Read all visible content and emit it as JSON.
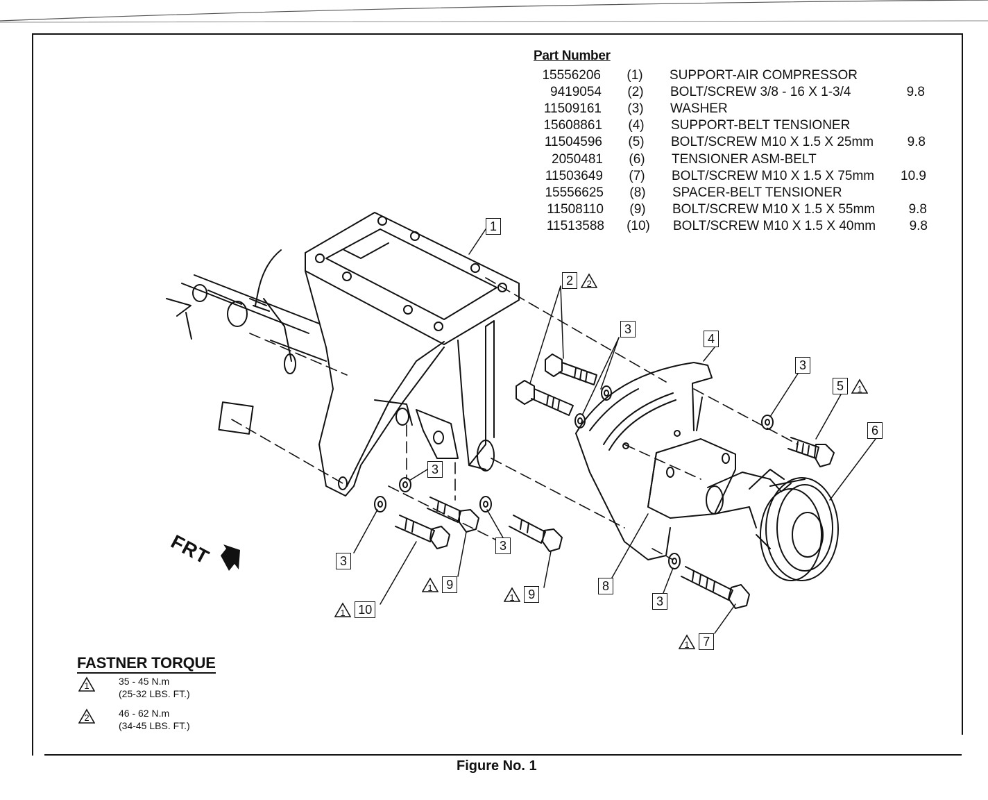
{
  "parts_table": {
    "heading": "Part Number",
    "rows": [
      {
        "number": "15556206",
        "index": "(1)",
        "description": "SUPPORT-AIR COMPRESSOR",
        "torque": ""
      },
      {
        "number": "9419054",
        "index": "(2)",
        "description": "BOLT/SCREW 3/8 - 16 X 1-3/4",
        "torque": "9.8"
      },
      {
        "number": "11509161",
        "index": "(3)",
        "description": "WASHER",
        "torque": ""
      },
      {
        "number": "15608861",
        "index": "(4)",
        "description": "SUPPORT-BELT TENSIONER",
        "torque": ""
      },
      {
        "number": "11504596",
        "index": "(5)",
        "description": "BOLT/SCREW M10 X 1.5 X 25mm",
        "torque": "9.8"
      },
      {
        "number": "2050481",
        "index": "(6)",
        "description": "TENSIONER ASM-BELT",
        "torque": ""
      },
      {
        "number": "11503649",
        "index": "(7)",
        "description": "BOLT/SCREW M10 X 1.5 X 75mm",
        "torque": "10.9"
      },
      {
        "number": "15556625",
        "index": "(8)",
        "description": "SPACER-BELT TENSIONER",
        "torque": ""
      },
      {
        "number": "11508110",
        "index": "(9)",
        "description": "BOLT/SCREW M10 X 1.5 X 55mm",
        "torque": "9.8"
      },
      {
        "number": "11513588",
        "index": "(10)",
        "description": "BOLT/SCREW M10 X 1.5 X 40mm",
        "torque": "9.8"
      }
    ]
  },
  "callouts": {
    "c1": {
      "number": "1",
      "torque_symbol": ""
    },
    "c2": {
      "number": "2",
      "torque_symbol": "2"
    },
    "c3a": {
      "number": "3",
      "torque_symbol": ""
    },
    "c3b": {
      "number": "3",
      "torque_symbol": ""
    },
    "c3c": {
      "number": "3",
      "torque_symbol": ""
    },
    "c3d": {
      "number": "3",
      "torque_symbol": ""
    },
    "c3e": {
      "number": "3",
      "torque_symbol": ""
    },
    "c3f": {
      "number": "3",
      "torque_symbol": ""
    },
    "c4": {
      "number": "4",
      "torque_symbol": ""
    },
    "c5": {
      "number": "5",
      "torque_symbol": "1"
    },
    "c6": {
      "number": "6",
      "torque_symbol": ""
    },
    "c7": {
      "number": "7",
      "torque_symbol": "1"
    },
    "c8": {
      "number": "8",
      "torque_symbol": ""
    },
    "c9a": {
      "number": "9",
      "torque_symbol": "1"
    },
    "c9b": {
      "number": "9",
      "torque_symbol": "1"
    },
    "c10": {
      "number": "10",
      "torque_symbol": "1"
    }
  },
  "front_arrow_label": "FRT",
  "legend": {
    "title": "FASTNER TORQUE",
    "items": [
      {
        "symbol": "1",
        "line1": "35 - 45 N.m",
        "line2": "(25-32 LBS. FT.)"
      },
      {
        "symbol": "2",
        "line1": "46 - 62 N.m",
        "line2": "(34-45 LBS. FT.)"
      }
    ]
  },
  "caption": "Figure No. 1"
}
